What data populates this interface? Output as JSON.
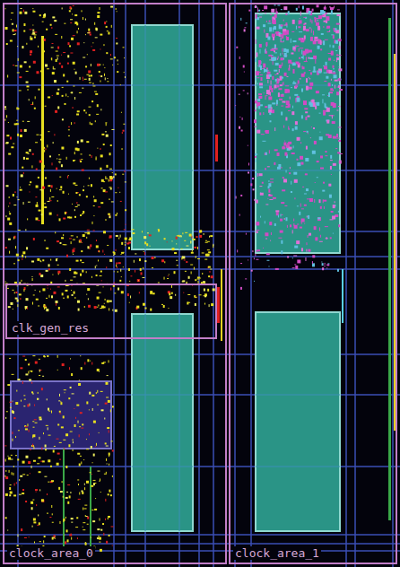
{
  "diagram": {
    "nodes": [
      {
        "text": [
          "clock_area_0"
        ]
      },
      {
        "text": [
          "clk_gen_res"
        ],
        "in": 0
      },
      {
        "text": [
          "clock_area_1"
        ]
      }
    ]
  }
}
